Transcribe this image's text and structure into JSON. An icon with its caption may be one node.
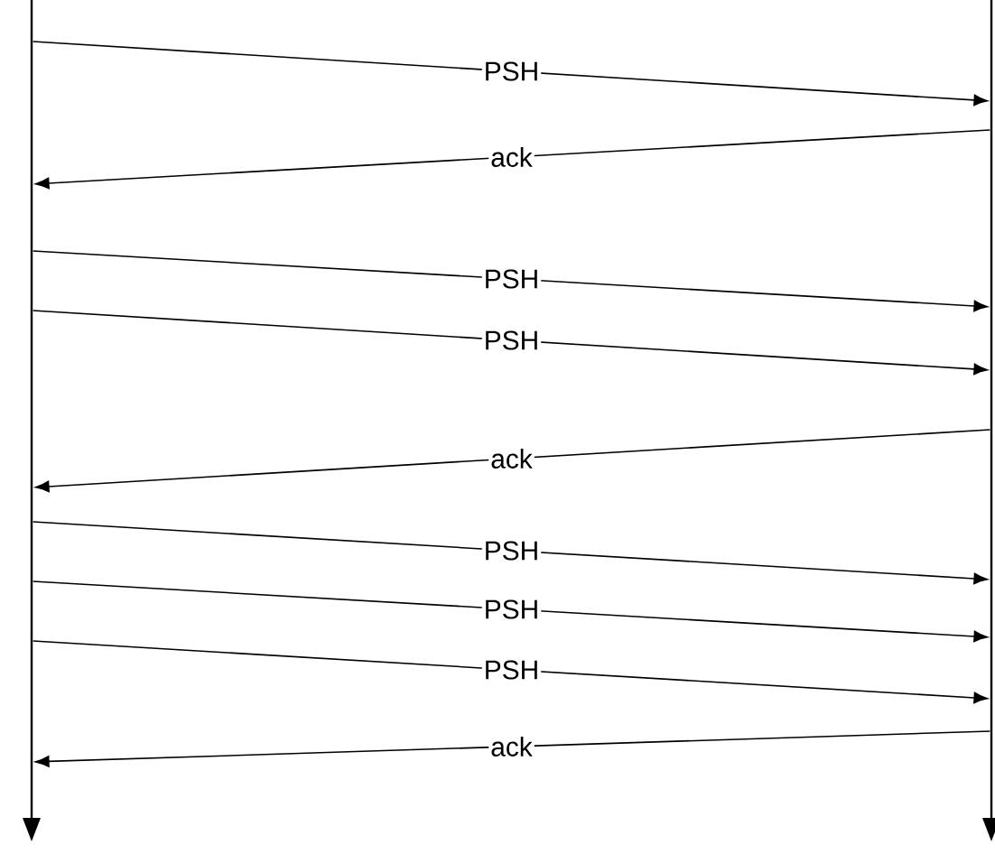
{
  "diagram": {
    "nodes": [
      {
        "text": [],
        "shape": "bar"
      },
      {
        "text": [],
        "shape": "bar"
      }
    ],
    "edges": [
      {
        "from": 0,
        "to": 1,
        "arrow": "to",
        "label": "PSH"
      },
      {
        "from": 1,
        "to": 0,
        "arrow": "to",
        "label": "ack"
      },
      {
        "from": 0,
        "to": 1,
        "arrow": "to",
        "label": "PSH"
      },
      {
        "from": 0,
        "to": 1,
        "arrow": "to",
        "label": "PSH"
      },
      {
        "from": 1,
        "to": 0,
        "arrow": "to",
        "label": "ack"
      },
      {
        "from": 0,
        "to": 1,
        "arrow": "to",
        "label": "PSH"
      },
      {
        "from": 0,
        "to": 1,
        "arrow": "to",
        "label": "PSH"
      },
      {
        "from": 0,
        "to": 1,
        "arrow": "to",
        "label": "PSH"
      },
      {
        "from": 1,
        "to": 0,
        "arrow": "to",
        "label": "ack"
      }
    ]
  }
}
